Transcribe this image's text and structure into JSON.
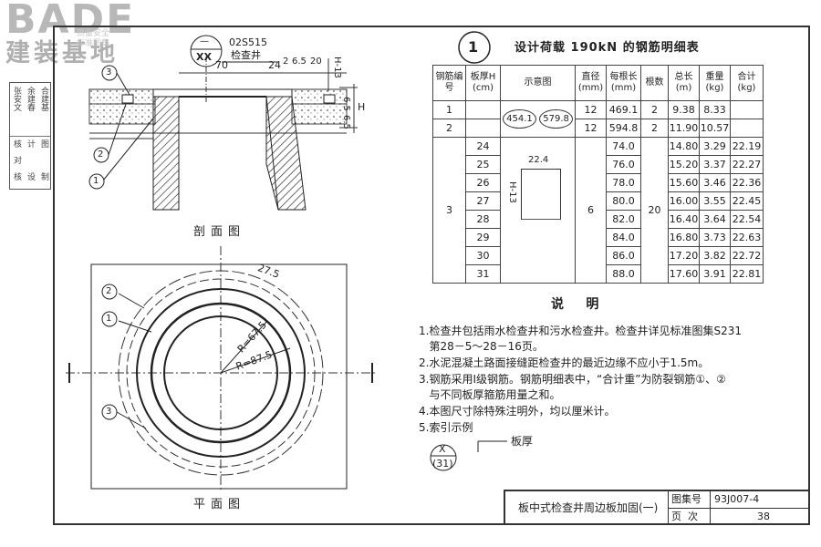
{
  "watermark": {
    "logo": "BADE",
    "logo_sub": "建装基地",
    "stamp_lines": [
      "质量安全",
      "标准图集"
    ]
  },
  "signature_block": {
    "cells": [
      "张安文",
      "余建春",
      "合建基",
      "核",
      "对",
      "计",
      "图",
      "核",
      "设",
      "制"
    ]
  },
  "section_view": {
    "caption": "剖面图",
    "ref_top": "—",
    "ref_bottom": "XX",
    "ref_code": "02S515",
    "ref_label": "检查井",
    "dims": [
      "70",
      "24",
      "2",
      "6.5",
      "20",
      "6.5",
      "6.5",
      "H-13",
      "H"
    ],
    "callouts": [
      "3",
      "2",
      "1"
    ]
  },
  "plan_view": {
    "caption": "平面图",
    "dims": [
      "27.5",
      "R=67.5",
      "R=87.5"
    ],
    "callouts": [
      "2",
      "1",
      "3"
    ]
  },
  "table": {
    "number": "1",
    "title": "设计荷载 190kN 的钢筋明细表",
    "headers": [
      "钢筋编号",
      "板厚H (cm)",
      "示意图",
      "直径 (mm)",
      "每根长 (mm)",
      "根数",
      "总长 (m)",
      "重量 (kg)",
      "合计 (kg)"
    ],
    "row1": {
      "no": "1",
      "sketch_a": "454.1",
      "dia": "12",
      "len": "469.1",
      "count": "2",
      "total": "9.38",
      "weight": "8.33"
    },
    "row2": {
      "no": "2",
      "sketch_b": "579.8",
      "dia": "12",
      "len": "594.8",
      "count": "2",
      "total": "11.90",
      "weight": "10.57"
    },
    "row3": {
      "no": "3",
      "dia": "6",
      "count": "20",
      "sketch_w": "22.4",
      "sketch_h": "H-13",
      "rows": [
        {
          "h": "24",
          "len": "74.0",
          "total": "14.80",
          "weight": "3.29",
          "sum": "22.19"
        },
        {
          "h": "25",
          "len": "76.0",
          "total": "15.20",
          "weight": "3.37",
          "sum": "22.27"
        },
        {
          "h": "26",
          "len": "78.0",
          "total": "15.60",
          "weight": "3.46",
          "sum": "22.36"
        },
        {
          "h": "27",
          "len": "80.0",
          "total": "16.00",
          "weight": "3.55",
          "sum": "22.45"
        },
        {
          "h": "28",
          "len": "82.0",
          "total": "16.40",
          "weight": "3.64",
          "sum": "22.54"
        },
        {
          "h": "29",
          "len": "84.0",
          "total": "16.80",
          "weight": "3.73",
          "sum": "22.63"
        },
        {
          "h": "30",
          "len": "86.0",
          "total": "17.20",
          "weight": "3.82",
          "sum": "22.72"
        },
        {
          "h": "31",
          "len": "88.0",
          "total": "17.60",
          "weight": "3.91",
          "sum": "22.81"
        }
      ]
    }
  },
  "notes": {
    "heading": "说     明",
    "items": [
      "1.检查井包括雨水检查井和污水检查井。检查井详见标准图集S231",
      "   第28－5～28－16页。",
      "2.水泥混凝土路面接缝距检查井的最近边缘不应小于1.5m。",
      "3.钢筋采用Ⅰ级钢筋。钢筋明细表中，“合计重”为防裂钢筋①、②",
      "   与不同板厚箍筋用量之和。",
      "4.本图尺寸除特殊注明外，均以厘米计。",
      "5.索引示例"
    ],
    "index_top": "X",
    "index_bottom": "(31)",
    "index_label": "板厚"
  },
  "title_block": {
    "title": "板中式检查井周边板加固(一)",
    "atlas_label": "图集号",
    "atlas_no": "93J007-4",
    "page_label": "页  次",
    "page_no": "38"
  }
}
